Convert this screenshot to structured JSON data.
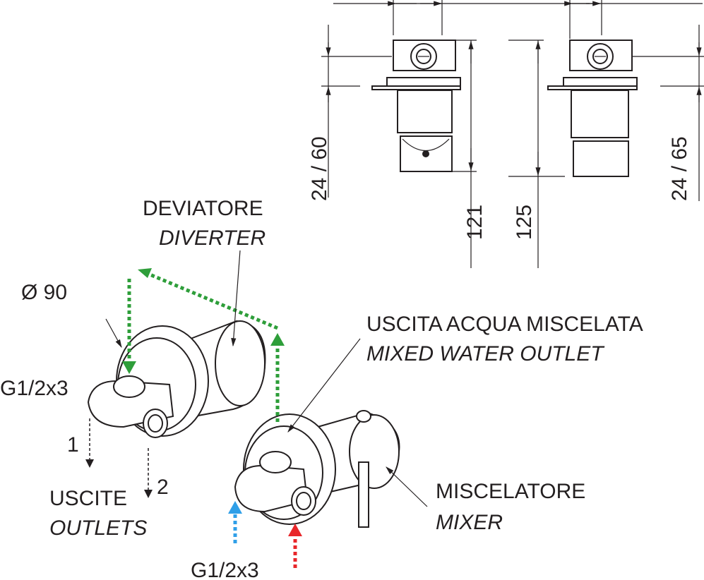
{
  "colors": {
    "line": "#231f20",
    "flow_mixed": "#2e9e3a",
    "flow_cold": "#2f9fe8",
    "flow_hot": "#e8262a"
  },
  "dimensions": {
    "diverter_depth": "24 / 60",
    "diverter_height": "121",
    "mixer_height": "125",
    "mixer_depth": "24 / 65"
  },
  "labels": {
    "diverter_it": "DEVIATORE",
    "diverter_en": "DIVERTER",
    "diameter": "Ø 90",
    "thread_outlets": "G1/2x3",
    "outlet_1": "1",
    "outlet_2": "2",
    "outlets_it": "USCITE",
    "outlets_en": "OUTLETS",
    "mixed_outlet_it": "USCITA ACQUA MISCELATA",
    "mixed_outlet_en": "MIXED WATER OUTLET",
    "mixer_it": "MISCELATORE",
    "mixer_en": "MIXER",
    "thread_inlets": "G1/2x3"
  }
}
